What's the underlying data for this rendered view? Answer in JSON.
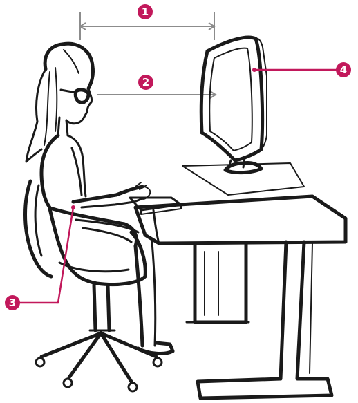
{
  "colors": {
    "accent": "#c2185b",
    "measure_line": "#8c8c8c",
    "ink": "#1a1a1a",
    "background": "#ffffff"
  },
  "callouts": [
    {
      "id": "1",
      "label": "1"
    },
    {
      "id": "2",
      "label": "2"
    },
    {
      "id": "3",
      "label": "3"
    },
    {
      "id": "4",
      "label": "4"
    }
  ]
}
